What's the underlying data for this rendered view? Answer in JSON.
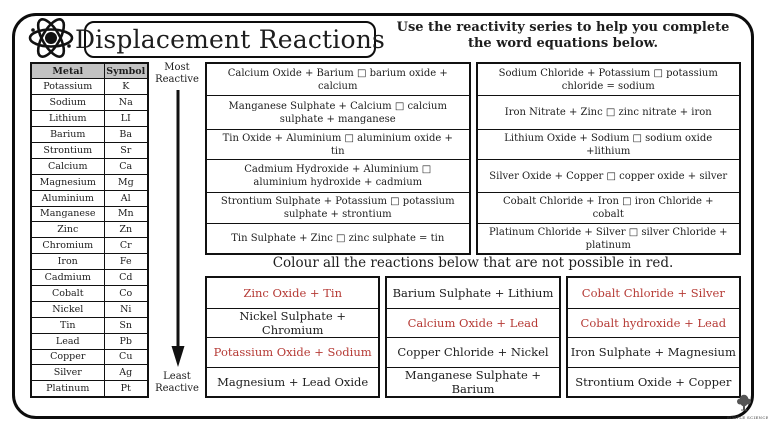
{
  "header": {
    "title": "Displacement Reactions",
    "instructions": "Use the reactivity series to help you complete the word equations below."
  },
  "reactivity_table": {
    "headers": [
      "Metal",
      "Symbol"
    ],
    "rows": [
      [
        "Potassium",
        "K"
      ],
      [
        "Sodium",
        "Na"
      ],
      [
        "Lithium",
        "LI"
      ],
      [
        "Barium",
        "Ba"
      ],
      [
        "Strontium",
        "Sr"
      ],
      [
        "Calcium",
        "Ca"
      ],
      [
        "Magnesium",
        "Mg"
      ],
      [
        "Aluminium",
        "Al"
      ],
      [
        "Manganese",
        "Mn"
      ],
      [
        "Zinc",
        "Zn"
      ],
      [
        "Chromium",
        "Cr"
      ],
      [
        "Iron",
        "Fe"
      ],
      [
        "Cadmium",
        "Cd"
      ],
      [
        "Cobalt",
        "Co"
      ],
      [
        "Nickel",
        "Ni"
      ],
      [
        "Tin",
        "Sn"
      ],
      [
        "Lead",
        "Pb"
      ],
      [
        "Copper",
        "Cu"
      ],
      [
        "Silver",
        "Ag"
      ],
      [
        "Platinum",
        "Pt"
      ]
    ]
  },
  "scale": {
    "top": "Most Reactive",
    "bottom": "Least Reactive"
  },
  "equations": {
    "left": [
      "Calcium Oxide + Barium □ barium oxide + calcium",
      "Manganese Sulphate + Calcium □ calcium sulphate + manganese",
      "Tin Oxide + Aluminium □ aluminium oxide + tin",
      "Cadmium Hydroxide + Aluminium □ aluminium hydroxide + cadmium",
      "Strontium Sulphate + Potassium □ potassium sulphate + strontium",
      "Tin Sulphate + Zinc □ zinc sulphate = tin"
    ],
    "right": [
      "Sodium Chloride + Potassium □ potassium chloride = sodium",
      "Iron Nitrate + Zinc □ zinc nitrate + iron",
      "Lithium Oxide + Sodium □ sodium oxide +lithium",
      "Silver Oxide + Copper □ copper oxide + silver",
      "Cobalt Chloride + Iron □ iron Chloride + cobalt",
      "Platinum Chloride + Silver □ silver Chloride + platinum"
    ]
  },
  "colour_task": {
    "instruction": "Colour all the reactions below that are not possible in red.",
    "columns": [
      [
        {
          "text": "Zinc Oxide + Tin",
          "red": true
        },
        {
          "text": "Nickel Sulphate + Chromium",
          "red": false
        },
        {
          "text": "Potassium Oxide + Sodium",
          "red": true
        },
        {
          "text": "Magnesium + Lead Oxide",
          "red": false
        }
      ],
      [
        {
          "text": "Barium Sulphate + Lithium",
          "red": false
        },
        {
          "text": "Calcium Oxide + Lead",
          "red": true
        },
        {
          "text": "Copper Chloride + Nickel",
          "red": false
        },
        {
          "text": "Manganese Sulphate + Barium",
          "red": false
        }
      ],
      [
        {
          "text": "Cobalt Chloride + Silver",
          "red": true
        },
        {
          "text": "Cobalt hydroxide + Lead",
          "red": true
        },
        {
          "text": "Iron Sulphate + Magnesium",
          "red": false
        },
        {
          "text": "Strontium Oxide + Copper",
          "red": false
        }
      ]
    ]
  },
  "colors": {
    "red": "#b53a35",
    "header_bg": "#c2c2c2",
    "ink": "#1d1d1d"
  },
  "footer": {
    "brand": "SIMPLE SCIENCE"
  }
}
